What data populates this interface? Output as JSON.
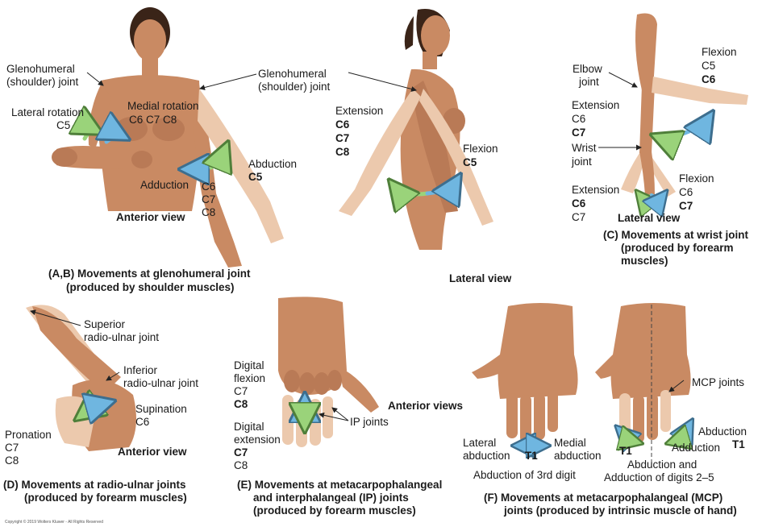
{
  "panel_ab": {
    "gh_left_1": "Glenohumeral",
    "gh_left_2": "(shoulder) joint",
    "gh_right_1": "Glenohumeral",
    "gh_right_2": "(shoulder) joint",
    "lat_rot": "Lateral rotation",
    "lat_rot_c": "C5",
    "med_rot": "Medial rotation",
    "med_rot_c": "C6 C7 C8",
    "adduction": "Adduction",
    "add_c1": "C6",
    "add_c2": "C7",
    "add_c3": "C8",
    "abduction": "Abduction",
    "abd_c": "C5",
    "anterior_view": "Anterior view",
    "extension": "Extension",
    "ext_c1": "C6",
    "ext_c2": "C7",
    "ext_c3": "C8",
    "flexion": "Flexion",
    "flex_c": "C5",
    "lateral_view": "Lateral view",
    "caption_1": "(A,B) Movements at glenohumeral joint",
    "caption_2": "(produced by shoulder muscles)"
  },
  "panel_c": {
    "elbow_1": "Elbow",
    "elbow_2": "joint",
    "flexion_top": "Flexion",
    "flex_top_c1": "C5",
    "flex_top_c2": "C6",
    "extension": "Extension",
    "ext_c1": "C6",
    "ext_c2": "C7",
    "wrist_1": "Wrist",
    "wrist_2": "joint",
    "extension_low": "Extension",
    "ext_low_c1": "C6",
    "ext_low_c2": "C7",
    "flexion_low": "Flexion",
    "flex_low_c1": "C6",
    "flex_low_c2": "C7",
    "lateral_view": "Lateral view",
    "caption_1": "(C) Movements at wrist joint",
    "caption_2": "(produced by forearm",
    "caption_3": "muscles)"
  },
  "panel_d": {
    "sup_1": "Superior",
    "sup_2": "radio-ulnar joint",
    "inf_1": "Inferior",
    "inf_2": "radio-ulnar joint",
    "supination": "Supination",
    "sup_c": "C6",
    "pronation": "Pronation",
    "pro_c1": "C7",
    "pro_c2": "C8",
    "anterior_view": "Anterior view",
    "caption_1": "(D) Movements at radio-ulnar joints",
    "caption_2": "(produced by forearm muscles)"
  },
  "panel_e": {
    "dig_flex_1": "Digital",
    "dig_flex_2": "flexion",
    "flex_c1": "C7",
    "flex_c2": "C8",
    "dig_ext_1": "Digital",
    "dig_ext_2": "extension",
    "ext_c1": "C7",
    "ext_c2": "C8",
    "ip_joints": "IP joints",
    "anterior_views": "Anterior views",
    "caption_1": "(E) Movements at metacarpophalangeal",
    "caption_2": "and interphalangeal (IP) joints",
    "caption_3": "(produced by forearm muscles)"
  },
  "panel_f": {
    "lat_abd_1": "Lateral",
    "lat_abd_2": "abduction",
    "t1_left": "T1",
    "med_abd_1": "Medial",
    "med_abd_2": "abduction",
    "abd_3rd": "Abduction of 3rd digit",
    "mcp_joints": "MCP joints",
    "abduction": "Abduction",
    "t1_right": "T1",
    "adduction": "Adduction",
    "t1_mid": "T1",
    "abd_add_1": "Abduction and",
    "abd_add_2": "Adduction of digits 2–5",
    "caption_1": "(F) Movements at metacarpophalangeal (MCP)",
    "caption_2": "joints (produced by intrinsic muscle of hand)"
  },
  "copyright": "Copyright © 2019 Wolters Kluwer - All Rights Reserved",
  "colors": {
    "skin": "#c98a63",
    "skin_shadow": "#a9694a",
    "skin_pale": "#ecc9ad",
    "hair": "#3a2418",
    "arrow_blue": "#6fb6e0",
    "arrow_green": "#9ad37a",
    "arrow_outline": "#3d6e8e"
  }
}
